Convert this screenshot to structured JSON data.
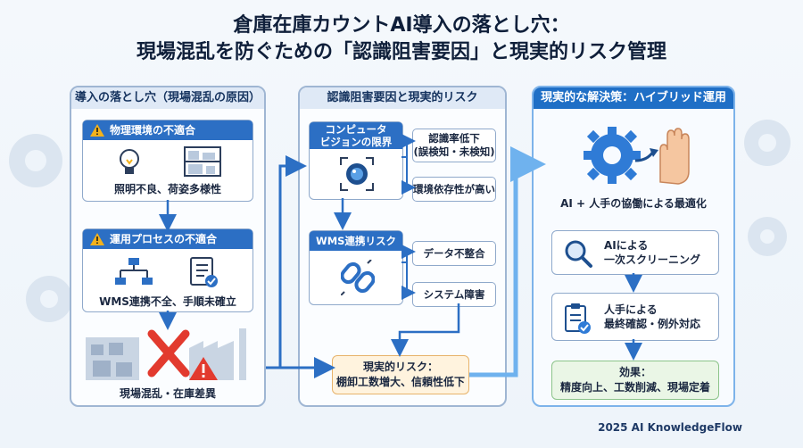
{
  "title": {
    "line1": "倉庫在庫カウントAI導入の落とし穴：",
    "line2": "現場混乱を防ぐための「認識阻害要因」と現実的リスク管理"
  },
  "col1": {
    "header": "導入の落とし穴（現場混乱の原因）",
    "box1": {
      "title": "物理環境の不適合",
      "caption": "照明不良、荷姿多様性"
    },
    "box2": {
      "title": "運用プロセスの不適合",
      "caption": "WMS連携不全、手順未確立"
    },
    "bottom_caption": "現場混乱・在庫差異"
  },
  "col2": {
    "header": "認識阻害要因と現実的リスク",
    "cv_title": "コンピュータ\nビジョンの限界",
    "cv_items": [
      "認識率低下\n(誤検知・未検知)",
      "環境依存性が高い"
    ],
    "wms_title": "WMS連携リスク",
    "wms_items": [
      "データ不整合",
      "システム障害"
    ],
    "risk": {
      "line1": "現実的リスク：",
      "line2": "棚卸工数増大、信頼性低下"
    }
  },
  "col3": {
    "header": "現実的な解決策：ハイブリッド運用",
    "hero_caption": "AI + 人手の協働による最適化",
    "step1": {
      "line1": "AIによる",
      "line2": "一次スクリーニング"
    },
    "step2": {
      "line1": "人手による",
      "line2": "最終確認・例外対応"
    },
    "effect": {
      "line1": "効果：",
      "line2": "精度向上、工数削減、現場定着"
    }
  },
  "footer": "2025 AI KnowledgeFlow",
  "colors": {
    "primary": "#2c6fc4",
    "accent_warning": "#f3b21c",
    "danger": "#e23a2e",
    "risk_bg": "#fff3de",
    "effect_bg": "#eaf6e6"
  }
}
